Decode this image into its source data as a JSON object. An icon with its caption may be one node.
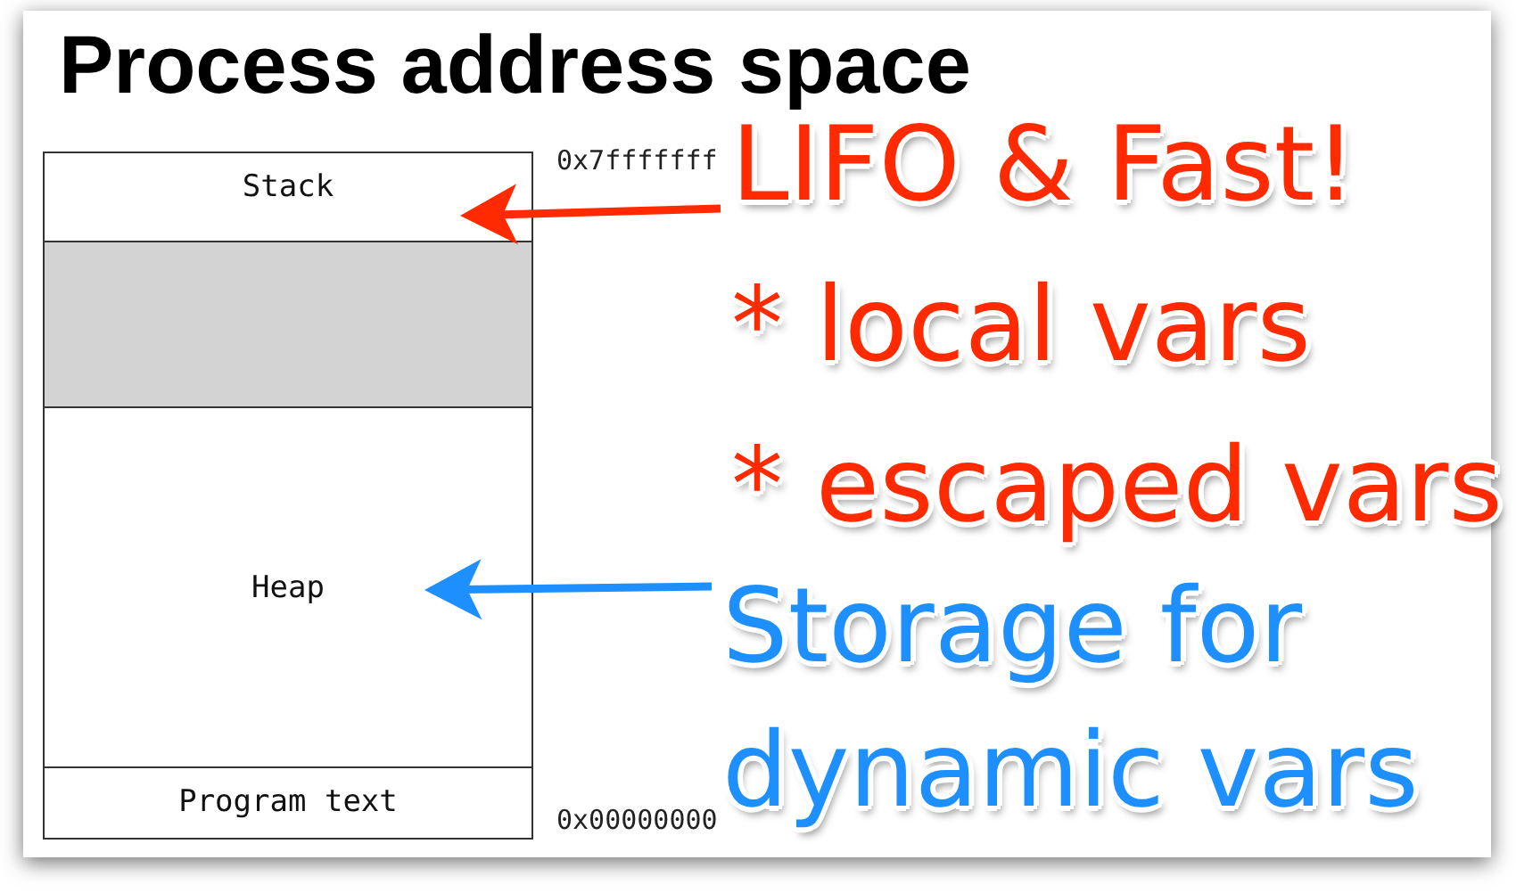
{
  "diagram": {
    "title": "Process address space",
    "nodes": [
      {
        "text": [
          "Stack"
        ]
      },
      {
        "text": [],
        "shape": "box"
      },
      {
        "text": [
          "Heap"
        ]
      },
      {
        "text": [
          "Program text"
        ]
      },
      {
        "text": [
          "LIFO & Fast!",
          "* local vars",
          "* escaped vars"
        ]
      },
      {
        "text": [
          "Storage for dynamic vars"
        ]
      }
    ],
    "edges": [
      {
        "from": 4,
        "to": 0,
        "arrow": "to",
        "color": "#ff2a00"
      },
      {
        "from": 5,
        "to": 2,
        "arrow": "to",
        "color": "#1e8fff"
      }
    ],
    "labels": [
      "0x7fffffff",
      "0x00000000"
    ]
  }
}
